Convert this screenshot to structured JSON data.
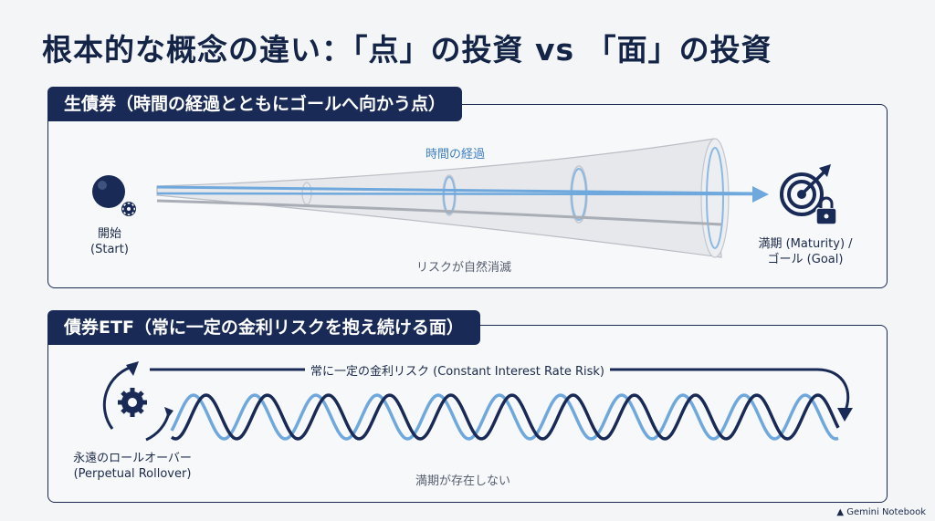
{
  "title": "根本的な概念の違い：「点」の投資 vs 「面」の投資",
  "top_panel": {
    "tag": "生債券（時間の経過とともにゴールへ向かう点）",
    "start_label": "開始",
    "start_label_en": "(Start)",
    "time_label": "時間の経過",
    "goal_label": "満期 (Maturity) /",
    "goal_label2": "ゴール (Goal)",
    "risk_note": "リスクが自然消滅"
  },
  "bottom_panel": {
    "tag": "債券ETF（常に一定の金利リスクを抱え続ける面）",
    "risk_label": "常に一定の金利リスク (Constant Interest Rate Risk)",
    "rollover_label": "永遠のロールオーバー",
    "rollover_label_en": "(Perpetual Rollover)",
    "no_maturity_note": "満期が存在しない"
  },
  "footer": {
    "brand": "Gemini Notebook"
  },
  "colors": {
    "navy": "#182a55",
    "blue": "#6ea8dd",
    "gray": "#a9adb5"
  }
}
